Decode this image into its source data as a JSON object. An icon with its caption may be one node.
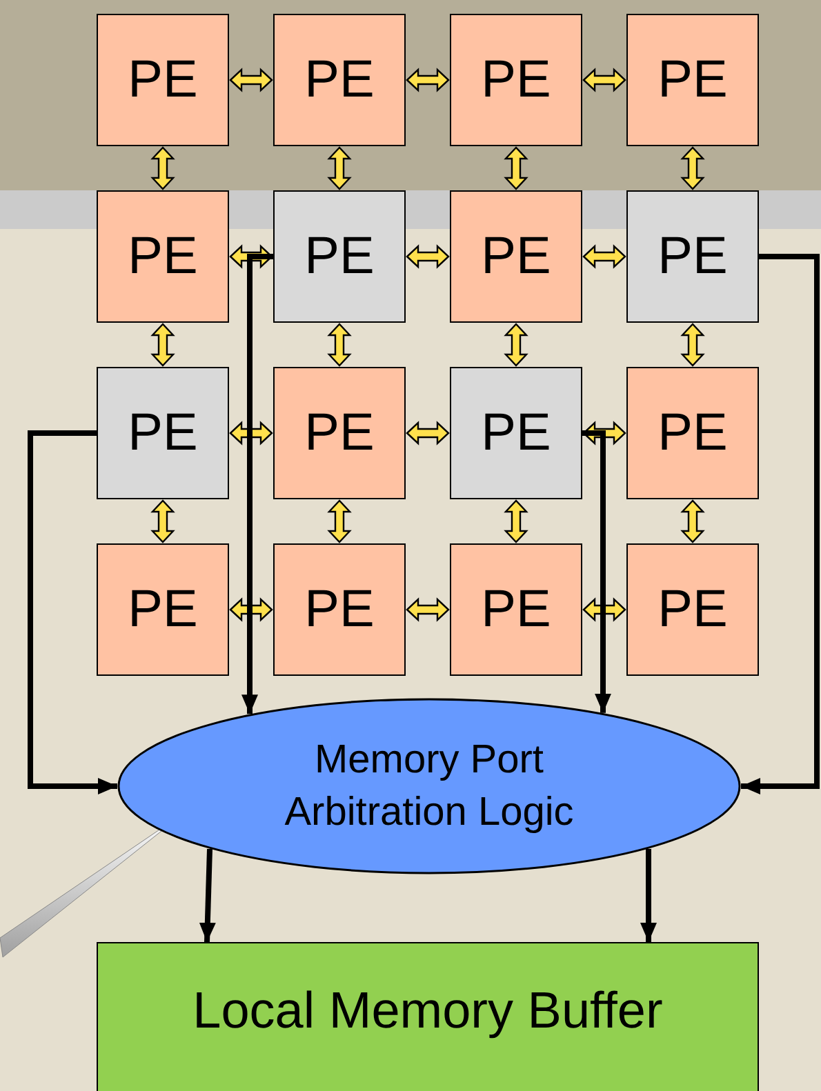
{
  "diagram": {
    "nodes": [
      {
        "text": [
          "PE"
        ]
      },
      {
        "text": [
          "PE"
        ]
      },
      {
        "text": [
          "PE"
        ]
      },
      {
        "text": [
          "PE"
        ]
      },
      {
        "text": [
          "PE"
        ]
      },
      {
        "text": [
          "PE"
        ]
      },
      {
        "text": [
          "PE"
        ]
      },
      {
        "text": [
          "PE"
        ]
      },
      {
        "text": [
          "PE"
        ]
      },
      {
        "text": [
          "PE"
        ]
      },
      {
        "text": [
          "PE"
        ]
      },
      {
        "text": [
          "PE"
        ]
      },
      {
        "text": [
          "PE"
        ]
      },
      {
        "text": [
          "PE"
        ]
      },
      {
        "text": [
          "PE"
        ]
      },
      {
        "text": [
          "PE"
        ]
      },
      {
        "text": [
          "Memory Port Arbitration Logic"
        ]
      },
      {
        "text": [
          "Local Memory Buffer"
        ]
      }
    ],
    "edges": [
      {
        "from": 0,
        "to": 1,
        "arrow": "both"
      },
      {
        "from": 1,
        "to": 2,
        "arrow": "both"
      },
      {
        "from": 2,
        "to": 3,
        "arrow": "both"
      },
      {
        "from": 4,
        "to": 5,
        "arrow": "both"
      },
      {
        "from": 5,
        "to": 6,
        "arrow": "both"
      },
      {
        "from": 6,
        "to": 7,
        "arrow": "both"
      },
      {
        "from": 8,
        "to": 9,
        "arrow": "both"
      },
      {
        "from": 9,
        "to": 10,
        "arrow": "both"
      },
      {
        "from": 10,
        "to": 11,
        "arrow": "both"
      },
      {
        "from": 12,
        "to": 13,
        "arrow": "both"
      },
      {
        "from": 13,
        "to": 14,
        "arrow": "both"
      },
      {
        "from": 14,
        "to": 15,
        "arrow": "both"
      },
      {
        "from": 0,
        "to": 4,
        "arrow": "both"
      },
      {
        "from": 1,
        "to": 5,
        "arrow": "both"
      },
      {
        "from": 2,
        "to": 6,
        "arrow": "both"
      },
      {
        "from": 3,
        "to": 7,
        "arrow": "both"
      },
      {
        "from": 4,
        "to": 8,
        "arrow": "both"
      },
      {
        "from": 5,
        "to": 9,
        "arrow": "both"
      },
      {
        "from": 6,
        "to": 10,
        "arrow": "both"
      },
      {
        "from": 7,
        "to": 11,
        "arrow": "both"
      },
      {
        "from": 8,
        "to": 12,
        "arrow": "both"
      },
      {
        "from": 9,
        "to": 13,
        "arrow": "both"
      },
      {
        "from": 10,
        "to": 14,
        "arrow": "both"
      },
      {
        "from": 11,
        "to": 15,
        "arrow": "both"
      },
      {
        "from": 5,
        "to": 16,
        "arrow": "to",
        "color": "#000000"
      },
      {
        "from": 7,
        "to": 16,
        "arrow": "to",
        "color": "#000000"
      },
      {
        "from": 8,
        "to": 16,
        "arrow": "to",
        "color": "#000000"
      },
      {
        "from": 10,
        "to": 16,
        "arrow": "to",
        "color": "#000000"
      },
      {
        "from": 16,
        "to": 17,
        "arrow": "to",
        "color": "#000000"
      },
      {
        "from": 16,
        "to": 17,
        "arrow": "to",
        "color": "#000000"
      }
    ]
  }
}
